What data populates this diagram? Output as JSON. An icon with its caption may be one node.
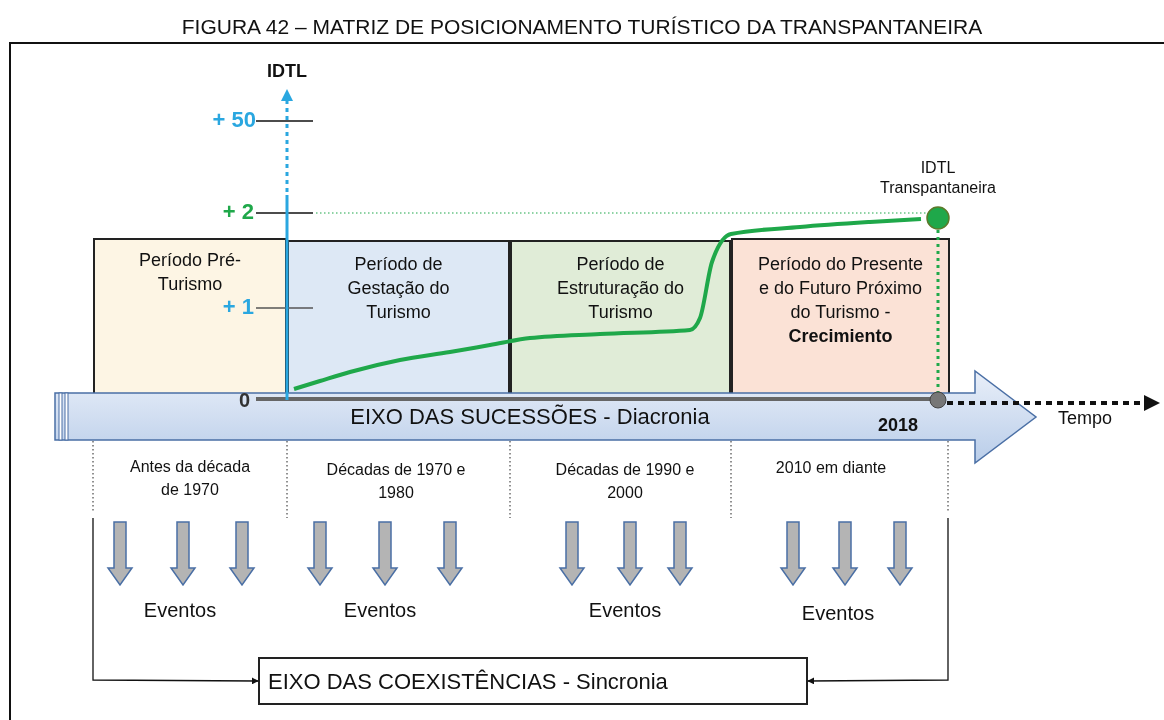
{
  "diagram": {
    "title": "FIGURA 42 – MATRIZ DE POSICIONAMENTO TURÍSTICO DA TRANSPANTANEIRA",
    "nodes": [
      {
        "text": [
          "Período Pré-Turismo"
        ]
      },
      {
        "text": [
          "Período de Gestação do Turismo"
        ]
      },
      {
        "text": [
          "Período de Estruturação do Turismo"
        ]
      },
      {
        "text": [
          "Período do Presente e do Futuro Próximo do Turismo - **Crecimiento**"
        ]
      },
      {
        "text": [
          "EIXO DAS SUCESSÕES - Diacronia"
        ]
      },
      {
        "text": [
          "EIXO DAS COEXISTÊNCIAS - Sincronia"
        ]
      },
      {
        "text": [],
        "shape": "circle",
        "beside": [
          "IDTL Transpantaneira"
        ]
      }
    ],
    "edges": [
      {
        "from": null,
        "to": 5,
        "arrow": "to"
      },
      {
        "from": null,
        "to": 5,
        "arrow": "to"
      }
    ],
    "labels": [
      "IDTL",
      "+ 50",
      "+ 2",
      "+ 1",
      "0",
      "2018",
      "Tempo",
      "Antes da década de 1970",
      "Décadas de 1970 e 1980",
      "Décadas de 1990 e 2000",
      "2010 em diante",
      "Eventos",
      "Eventos",
      "Eventos",
      "Eventos"
    ]
  }
}
